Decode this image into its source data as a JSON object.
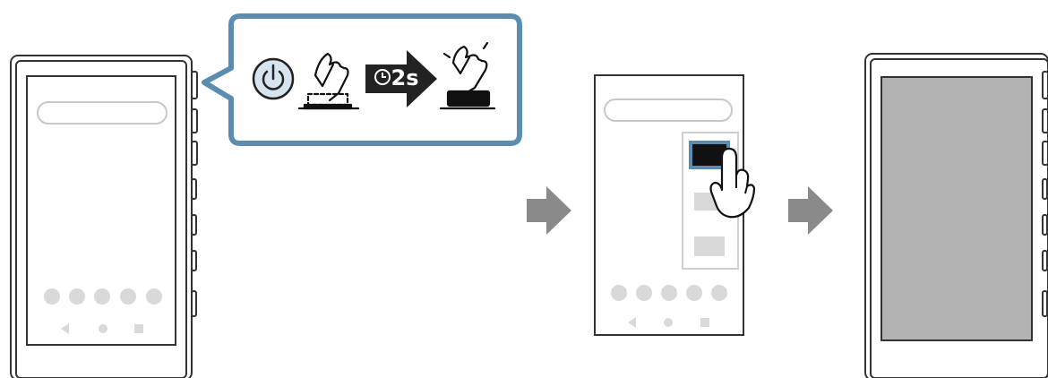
{
  "instruction": {
    "hold_duration": "2s",
    "callout_border_color": "#5b8db0",
    "power_button_fill": "#d6e4f0",
    "power_icon": "power-icon",
    "timer_icon": "timer-icon"
  },
  "colors": {
    "outline": "#333333",
    "placeholder": "#d9d9d9",
    "step_arrow": "#8a8a8a",
    "screen_off": "#b3b3b3",
    "selected_option": "#111111",
    "selected_border": "#5b8db0"
  },
  "steps": [
    {
      "icon": "device-home-screen"
    },
    {
      "icon": "device-power-menu"
    },
    {
      "icon": "device-screen-off"
    }
  ]
}
